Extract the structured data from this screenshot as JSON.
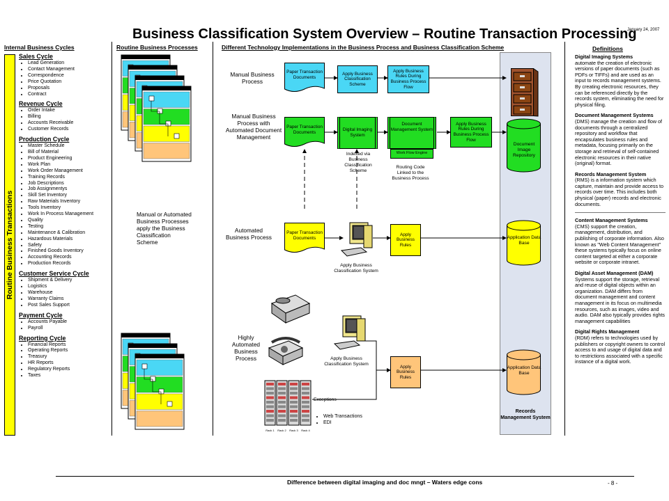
{
  "header": {
    "title": "Business Classification System Overview – Routine Transaction Processing",
    "date": "January 24, 2007"
  },
  "columns": {
    "internal": "Internal Business Cycles",
    "routine": "Routine Business Processes",
    "technology": "Different Technology Implementations in the Business Process and Business Classification Scheme",
    "definitions": "Definitions"
  },
  "side_label": "Routine Business Transactions",
  "cycles": [
    {
      "title": "Sales Cycle",
      "items": [
        "Lead Generation",
        "Contact Management",
        "Correspondence",
        "Price Quotation",
        "Proposals",
        "Contract"
      ]
    },
    {
      "title": "Revenue Cycle",
      "items": [
        "Order Intake",
        "Billing",
        "Accounts Receivable",
        "Customer Records"
      ]
    },
    {
      "title": "Production Cycle",
      "items": [
        "Master Schedule",
        "Bill of Material",
        "Product Engineering",
        "Work Plan",
        "Work Order Management",
        "Training Records",
        "Job Descriptions",
        "Job Assignmentys",
        "Skill Set Inventory",
        "Raw Materials Inventory",
        "Tools Inventory",
        "Work In Process Management",
        "Quality",
        "Testing",
        "Maintenance & Calibration",
        "Hazardous Materials",
        "Safety",
        "Finished Goods Inventory",
        "Accounting Records",
        "Production Records"
      ]
    },
    {
      "title": "Customer Service Cycle",
      "items": [
        "Shipment & Delivery",
        "Logistics",
        "Warehouse",
        "Warranty Claims",
        "Post Sales Support"
      ]
    },
    {
      "title": "Payment Cycle",
      "items": [
        "Accounts Payable",
        "Payroll"
      ]
    },
    {
      "title": "Reporting Cycle",
      "items": [
        "Financial Reports",
        "Operating Reports",
        "Treasury",
        "HR Reports",
        "Regulatory Reports",
        "Taxes"
      ]
    }
  ],
  "routine_note": "Manual or Automated Business Processes apply the Business Classification Scheme",
  "rows": {
    "manual": "Manual Business Process",
    "manual_dms": "Manual Business Process with Automated Document Management",
    "automated": "Automated Business Process",
    "highly": "Highly Automated Business Process"
  },
  "boxes": {
    "paper1": "Paper Transaction Documents",
    "apply_scheme1": "Apply Business Classification Scheme",
    "apply_rules_flow1": "Apply Business Rules During Business Process Flow",
    "paper2": "Paper Transaction Documents",
    "digital_imaging": "Digital Imaging System",
    "dms": "Document Management System",
    "workflow": "Work Flow Engine",
    "apply_rules_flow2": "Apply Business Rules During Business Process Flow",
    "doc_repo": "Document Image Repository",
    "paper3": "Paper Transaction Documents",
    "apply_rules3": "Apply Business Rules",
    "app_db3": "Application Data Base",
    "apply_rules4": "Apply Business Rules",
    "app_db4": "Application Data Base",
    "records": "Records Management System"
  },
  "captions": {
    "indexed": "Indexed via Business Classification Scheme",
    "routing": "Routing Code Linked to the Business Process",
    "apply_bcs3": "Apply Business Classification System",
    "apply_bcs4": "Apply Business Classification System",
    "exceptions": "Exceptions",
    "web": "Web Transactions",
    "edi": "EDI",
    "rack": [
      "Rack 1",
      "Rack 2",
      "Rack 3",
      "Rack 4"
    ]
  },
  "definitions": [
    {
      "title": "Digital Imaging Systems",
      "body": "automate the creation of electronic versions of paper documents (such as PDFs or TIFFs) and are used as an input to records management systems. By creating electronic resources, they can be referenced directly by the records system, eliminating the need for physical filing."
    },
    {
      "title": "Document Management Systems",
      "body": "(DMS) manage the creation and flow of documents through a centralized repository and workflow that encapsulates business rules and metadata, focusing primarily on the storage and retrieval of self-contained electronic resources in their native (original) format."
    },
    {
      "title": "Records Management System",
      "body": "(RMS) is a information system which capture, maintain and provide access to records over time. This includes both physical (paper) records and electronic documents."
    },
    {
      "title": "Content Management Systems",
      "body": "(CMS) support the creation, management, distribution, and publishing of corporate information. Also known as \"Web Content Management\" these systems typically focus on online content targeted at either a corporate website or corporate intranet."
    },
    {
      "title": "Digital Asset Management (DAM)",
      "body": "Systems support the storage, retrieval and reuse of digital objects within an organization. DAM differs from document management and content management in its focus on multimedia resources, such as images, video and audio. DAM also typically provides rights management capabilities"
    },
    {
      "title": "Digital Rights Management",
      "body": "(RDM) refers to technologies used by publishers or copyright owners to control access to and usage of digital data and to restrictions associated with a specific instance of a digital work."
    }
  ],
  "footer": {
    "text": "Difference between digital imaging and doc mngt – Waters edge cons",
    "page": "- 8 -"
  },
  "colors": {
    "cyan": "#4ad7f5",
    "green": "#22dd22",
    "yellow": "#ffff00",
    "orange": "#ffc57a"
  }
}
